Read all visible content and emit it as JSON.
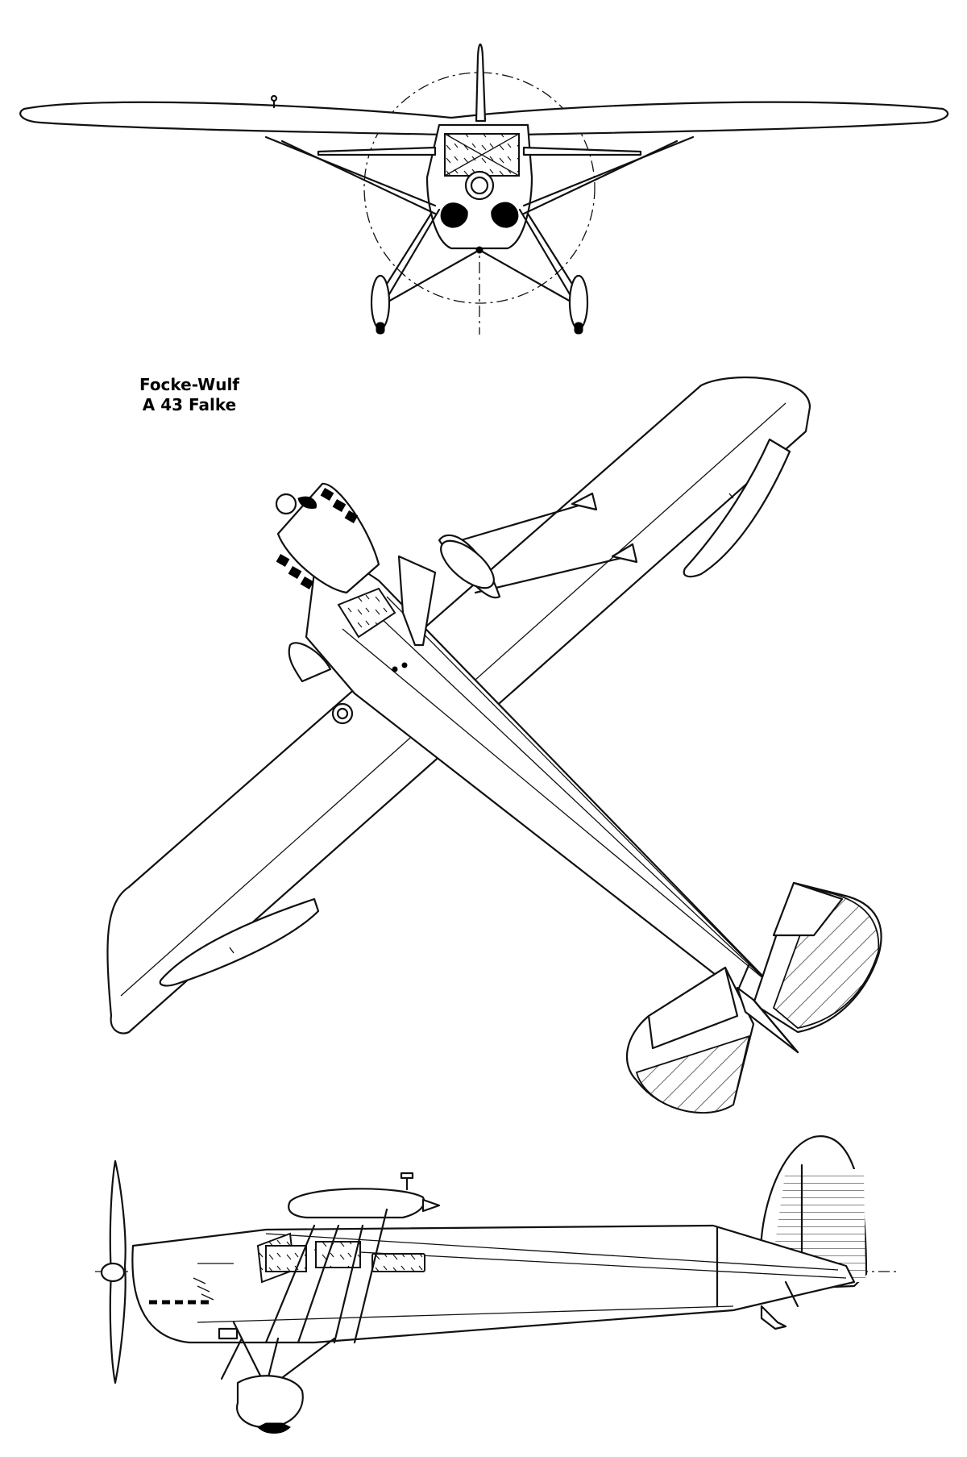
{
  "title": {
    "line1": "Focke-Wulf",
    "line2": "A 43 Falke"
  },
  "views": [
    {
      "name": "front-view"
    },
    {
      "name": "top-view"
    },
    {
      "name": "side-view"
    }
  ]
}
